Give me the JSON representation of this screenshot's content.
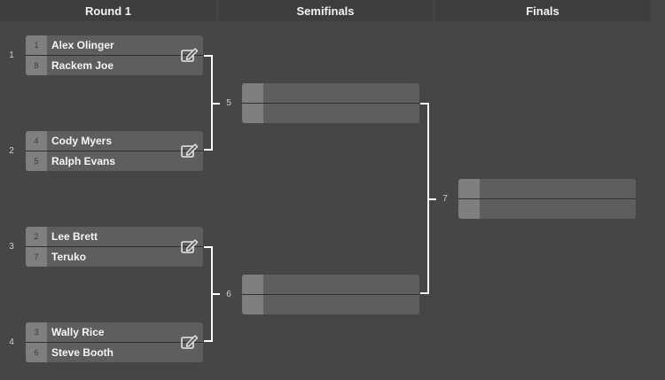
{
  "columns": {
    "round1": "Round 1",
    "semifinals": "Semifinals",
    "finals": "Finals"
  },
  "round1": [
    {
      "match_no": "1",
      "top": {
        "seed": "1",
        "name": "Alex Olinger"
      },
      "bottom": {
        "seed": "8",
        "name": "Rackem Joe"
      }
    },
    {
      "match_no": "2",
      "top": {
        "seed": "4",
        "name": "Cody Myers"
      },
      "bottom": {
        "seed": "5",
        "name": "Ralph Evans"
      }
    },
    {
      "match_no": "3",
      "top": {
        "seed": "2",
        "name": "Lee Brett"
      },
      "bottom": {
        "seed": "7",
        "name": "Teruko"
      }
    },
    {
      "match_no": "4",
      "top": {
        "seed": "3",
        "name": "Wally Rice"
      },
      "bottom": {
        "seed": "6",
        "name": "Steve Booth"
      }
    }
  ],
  "semifinals": [
    {
      "match_no": "5"
    },
    {
      "match_no": "6"
    }
  ],
  "finals": [
    {
      "match_no": "7"
    }
  ],
  "icons": {
    "edit": "edit-icon"
  },
  "colors": {
    "background": "#464646",
    "header": "#3e3e3e",
    "match_box": "#5e5e5e",
    "seed_column": "#7f7f7f",
    "connector": "#ffffff"
  }
}
